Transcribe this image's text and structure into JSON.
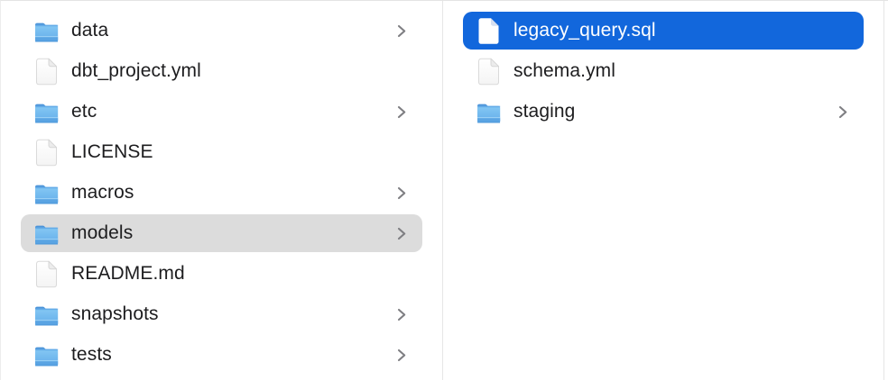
{
  "app": "finder-column-view",
  "colors": {
    "background": "#ffffff",
    "divider": "#e6e6e6",
    "selection_blue": "#1267dc",
    "selection_gray": "#dcdcdc",
    "text": "#1d1d1f",
    "selected_text": "#ffffff",
    "chevron": "#7e7e82",
    "folder_blue_light": "#85c8f4",
    "folder_blue_dark": "#5fa9e6"
  },
  "columns": [
    {
      "name": "left",
      "items": [
        {
          "label": "data",
          "type": "folder",
          "chevron": true,
          "selected": false,
          "selection_style": null
        },
        {
          "label": "dbt_project.yml",
          "type": "file",
          "chevron": false,
          "selected": false,
          "selection_style": null
        },
        {
          "label": "etc",
          "type": "folder",
          "chevron": true,
          "selected": false,
          "selection_style": null
        },
        {
          "label": "LICENSE",
          "type": "file",
          "chevron": false,
          "selected": false,
          "selection_style": null
        },
        {
          "label": "macros",
          "type": "folder",
          "chevron": true,
          "selected": false,
          "selection_style": null
        },
        {
          "label": "models",
          "type": "folder",
          "chevron": true,
          "selected": true,
          "selection_style": "gray"
        },
        {
          "label": "README.md",
          "type": "file",
          "chevron": false,
          "selected": false,
          "selection_style": null
        },
        {
          "label": "snapshots",
          "type": "folder",
          "chevron": true,
          "selected": false,
          "selection_style": null
        },
        {
          "label": "tests",
          "type": "folder",
          "chevron": true,
          "selected": false,
          "selection_style": null
        }
      ]
    },
    {
      "name": "right",
      "items": [
        {
          "label": "legacy_query.sql",
          "type": "file",
          "chevron": false,
          "selected": true,
          "selection_style": "blue"
        },
        {
          "label": "schema.yml",
          "type": "file",
          "chevron": false,
          "selected": false,
          "selection_style": null
        },
        {
          "label": "staging",
          "type": "folder",
          "chevron": true,
          "selected": false,
          "selection_style": null
        }
      ]
    }
  ]
}
